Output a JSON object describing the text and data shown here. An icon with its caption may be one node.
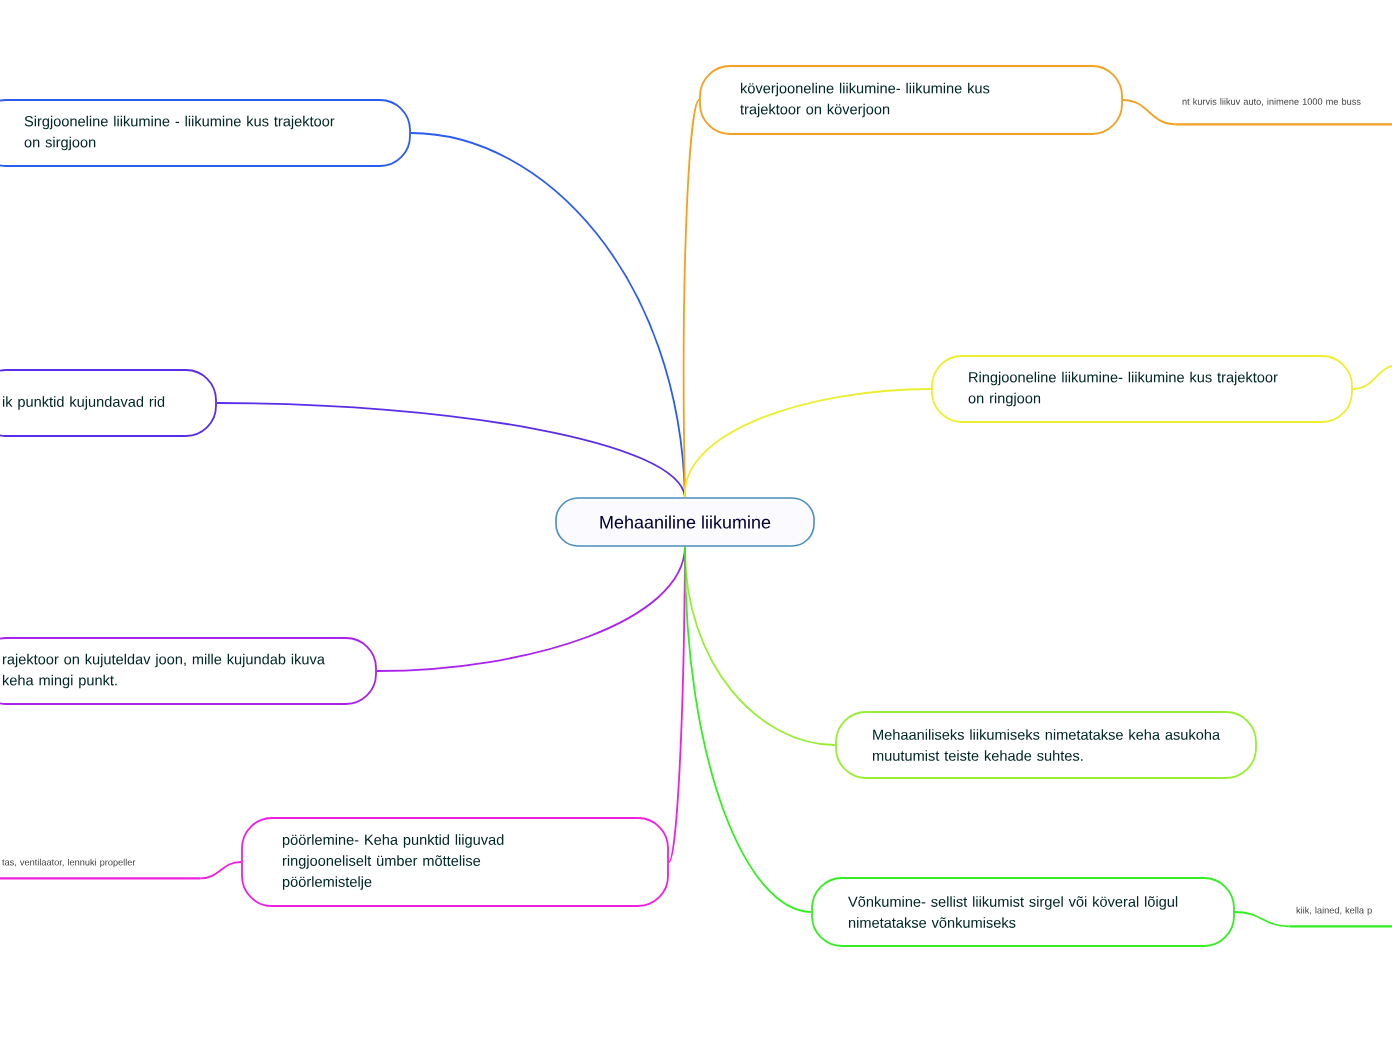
{
  "diagram": {
    "nodes": [
      {
        "text": [
          "Mehaaniline liikumine"
        ]
      },
      {
        "text": [
          "Sirgjooneline liikumine - liikumine kus trajektoor on sirgjoon"
        ]
      },
      {
        "text": [
          "köverjooneline liikumine- liikumine kus trajektoor on köverjoon"
        ]
      },
      {
        "text": [
          "nt kurvis liikuv auto, inimene 1000 me buss"
        ]
      },
      {
        "text": [
          "ik punktid kujundavad rid"
        ]
      },
      {
        "text": [
          "Ringjooneline liikumine- liikumine kus trajektoor on ringjoon"
        ]
      },
      {
        "text": [
          "rajektoor on kujuteldav joon, mille kujundab ikuva keha mingi punkt."
        ]
      },
      {
        "text": [
          "Mehaaniliseks liikumiseks nimetatakse keha asukoha muutumist teiste kehade suhtes."
        ]
      },
      {
        "text": [
          "pöörlemine- Keha punktid liiguvad ringjooneliselt ümber mõttelise pöörlemistelje"
        ]
      },
      {
        "text": [
          "tas, ventilaator, lennuki propeller"
        ]
      },
      {
        "text": [
          "Võnkumine- sellist liikumist sirgel või köveral lõigul nimetatakse võnkumiseks"
        ]
      },
      {
        "text": [
          "kiik, lained, kella p"
        ]
      }
    ],
    "edges": [
      {
        "from": 0,
        "to": 1,
        "arrow": "none",
        "color": "#2a5cf0"
      },
      {
        "from": 0,
        "to": 2,
        "arrow": "none",
        "color": "#f5a020"
      },
      {
        "from": 2,
        "to": 3,
        "arrow": "none",
        "color": "#f5a020"
      },
      {
        "from": 0,
        "to": 4,
        "arrow": "none",
        "color": "#5a2ee8"
      },
      {
        "from": 0,
        "to": 5,
        "arrow": "none",
        "color": "#eeee30"
      },
      {
        "from": 5,
        "to": null,
        "arrow": "none",
        "color": "#eeee30"
      },
      {
        "from": 0,
        "to": 6,
        "arrow": "none",
        "color": "#aa22ee"
      },
      {
        "from": 0,
        "to": 7,
        "arrow": "none",
        "color": "#99ee33"
      },
      {
        "from": 0,
        "to": 8,
        "arrow": "none",
        "color": "#ee22dd"
      },
      {
        "from": 8,
        "to": 9,
        "arrow": "none",
        "color": "#ee22dd"
      },
      {
        "from": 0,
        "to": 10,
        "arrow": "none",
        "color": "#33ee22"
      },
      {
        "from": 10,
        "to": 11,
        "arrow": "none",
        "color": "#33ee22"
      }
    ]
  }
}
